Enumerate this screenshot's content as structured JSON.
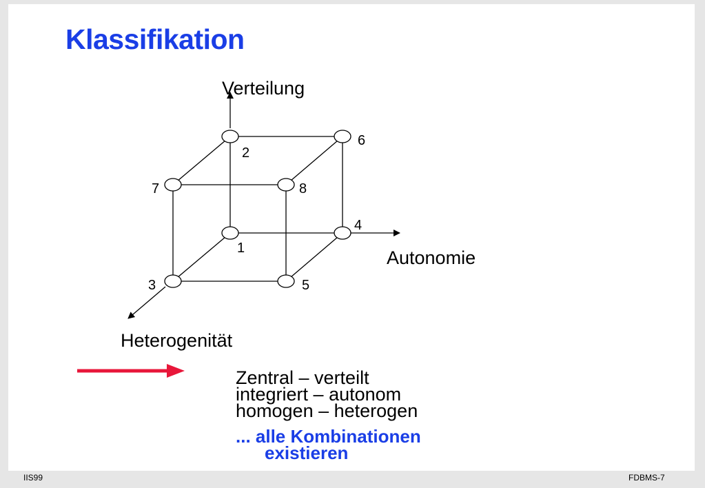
{
  "slide": {
    "title": "Klassifikation",
    "footer_left": "IIS99",
    "footer_right": "FDBMS-7"
  },
  "diagram": {
    "axes": {
      "vertical": "Verteilung",
      "horizontal": "Autonomie",
      "depth": "Heterogenität"
    },
    "nodes": [
      "1",
      "2",
      "3",
      "4",
      "5",
      "6",
      "7",
      "8"
    ]
  },
  "arrow_color": "#e8173a",
  "accent_color": "#1a3ee6",
  "implications": [
    "Zentral – verteilt",
    "integriert – autonom",
    "homogen – heterogen"
  ],
  "conclusion": {
    "line1": "... alle Kombinationen",
    "line2": "existieren"
  }
}
